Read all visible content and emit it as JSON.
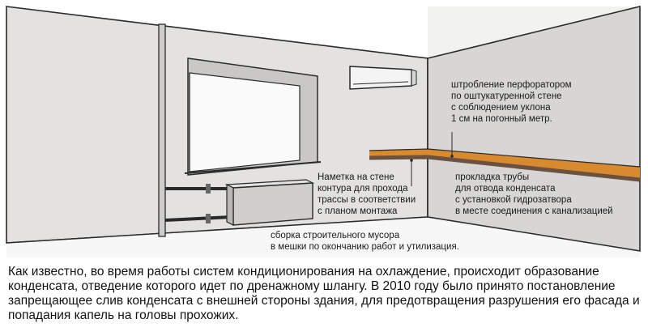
{
  "colors": {
    "wall_back": "#e3e2e1",
    "wall_side": "#d7d6d5",
    "ceiling": "#f2f2f1",
    "floor": "#f7f7f7",
    "outline": "#2a2a2a",
    "pipe_orange": "#d88a2e",
    "pipe_dark": "#6a5140",
    "radiator": "#d0cfce",
    "window_glass": "#fafafa",
    "ac_unit": "#f4f4f4",
    "text": "#1a1a1a"
  },
  "labels": {
    "chasing": {
      "lines": [
        "штробление перфоратором",
        "по оштукатуренной стене",
        "с соблюдением уклона",
        "1 см на погонный метр."
      ]
    },
    "outline": {
      "lines": [
        "Наметка на стене",
        "контура для прохода",
        "трассы в соответствии",
        "с планом монтажа"
      ]
    },
    "pipe": {
      "lines": [
        "прокладка трубы",
        "для отвода конденсата",
        "с установкой гидрозатвора",
        "в месте соединения с канализацией"
      ]
    },
    "debris": {
      "lines": [
        "сборка строительного мусора",
        "в мешки по окончанию работ и утилизация."
      ]
    }
  },
  "caption": {
    "lines": [
      "Как известно, во время работы систем кондиционирования на охлаждение, происходит образование",
      "конденсата, отведение которого идет по дренажному шлангу. В 2010 году было принято постановление",
      "запрещающее слив конденсата с внешней стороны здания, для предотвращения разрушения его фасада и",
      "попадания капель на головы прохожих."
    ]
  }
}
